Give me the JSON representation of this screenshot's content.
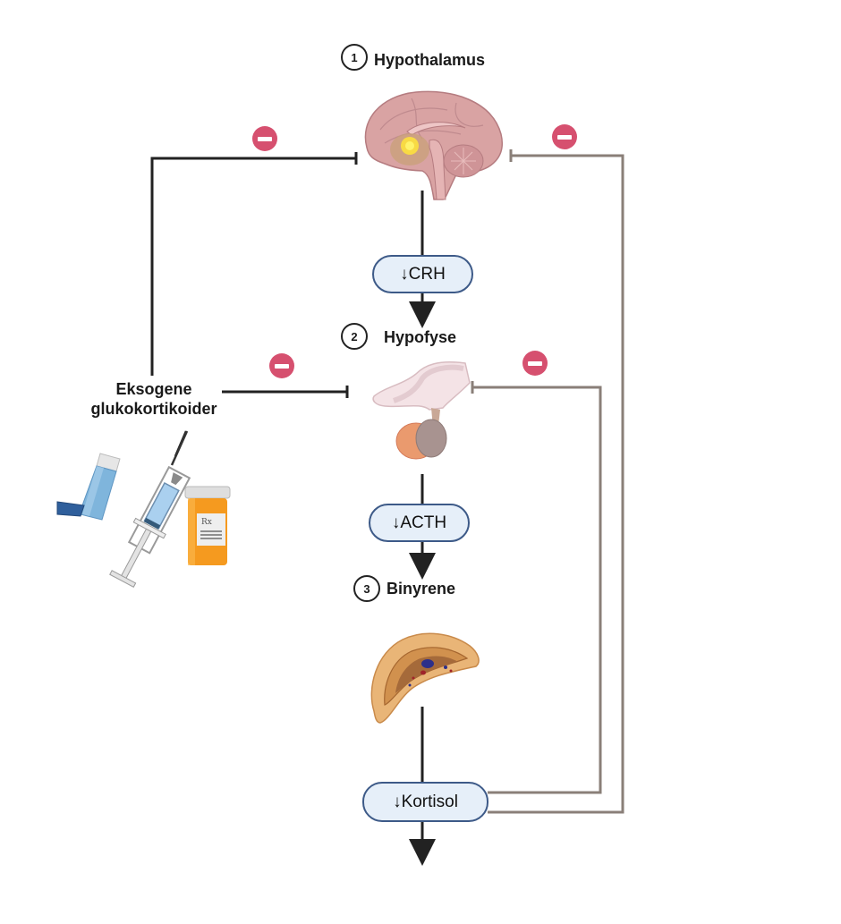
{
  "diagram": {
    "title": "HPA-akse ved eksogene glukokortikoider",
    "steps": [
      {
        "number": "1",
        "label": "Hypothalamus",
        "icon": "brain-icon"
      },
      {
        "number": "2",
        "label": "Hypofyse",
        "icon": "pituitary-icon"
      },
      {
        "number": "3",
        "label": "Binyrene",
        "icon": "adrenal-gland-icon"
      }
    ],
    "hormones": [
      {
        "label": "↓CRH"
      },
      {
        "label": "↓ACTH"
      },
      {
        "label": "↓Kortisol"
      }
    ],
    "source": {
      "line1": "Eksogene",
      "line2": "glukokortikoider",
      "icons": [
        "inhaler-icon",
        "syringe-icon",
        "pill-bottle-icon"
      ],
      "rx_text": "Rx"
    },
    "inhibition_symbol": "minus-icon",
    "colors": {
      "inhibit": "#d6506f",
      "pill_fill": "#e6eff9",
      "pill_border": "#3d5a88",
      "feedback_line": "#8a7f78",
      "main_line": "#222222"
    }
  }
}
